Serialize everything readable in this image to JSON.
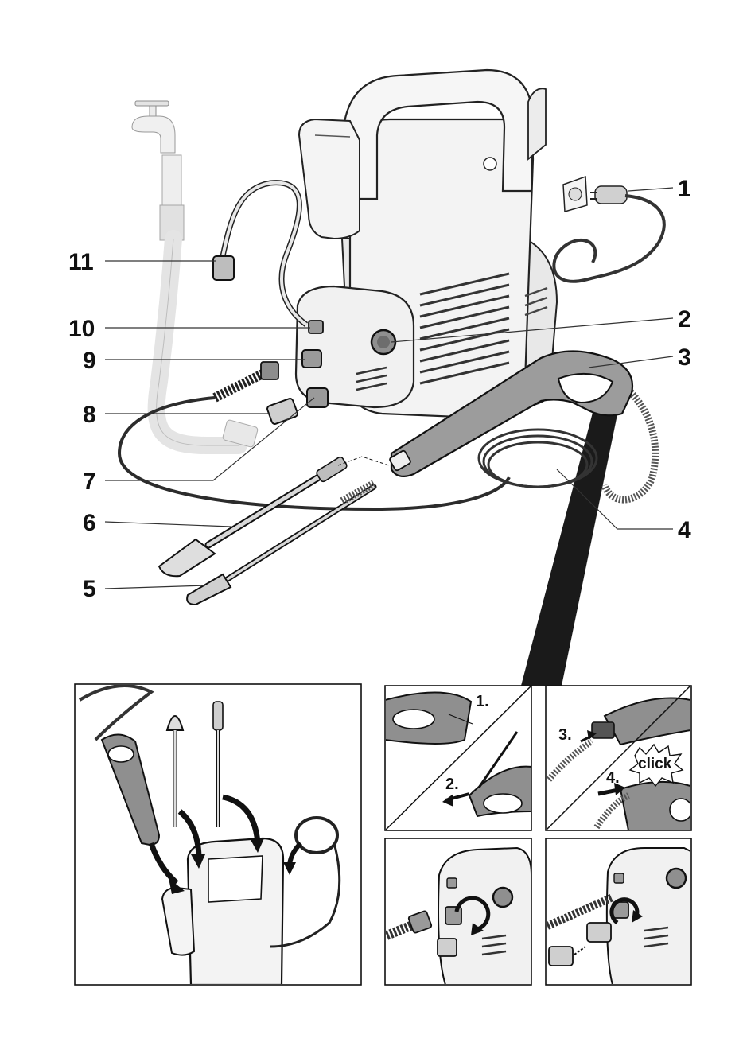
{
  "callouts": [
    {
      "label": "1"
    },
    {
      "label": "2"
    },
    {
      "label": "3"
    },
    {
      "label": "4"
    },
    {
      "label": "5"
    },
    {
      "label": "6"
    },
    {
      "label": "7"
    },
    {
      "label": "8"
    },
    {
      "label": "9"
    },
    {
      "label": "10"
    },
    {
      "label": "11"
    }
  ],
  "steps": {
    "s1": "1.",
    "s2": "2.",
    "s3": "3.",
    "s4": "4.",
    "click": "click"
  },
  "colors": {
    "outline": "#111111",
    "body_light": "#f2f2f2",
    "body_mid": "#d6d6d6",
    "handle_grey": "#8a8a8a",
    "hose_dark": "#3a3a3a",
    "leader_banner": "#1a1a1a"
  },
  "icons": [
    "water-tap-icon",
    "power-socket-icon",
    "power-plug-icon"
  ]
}
